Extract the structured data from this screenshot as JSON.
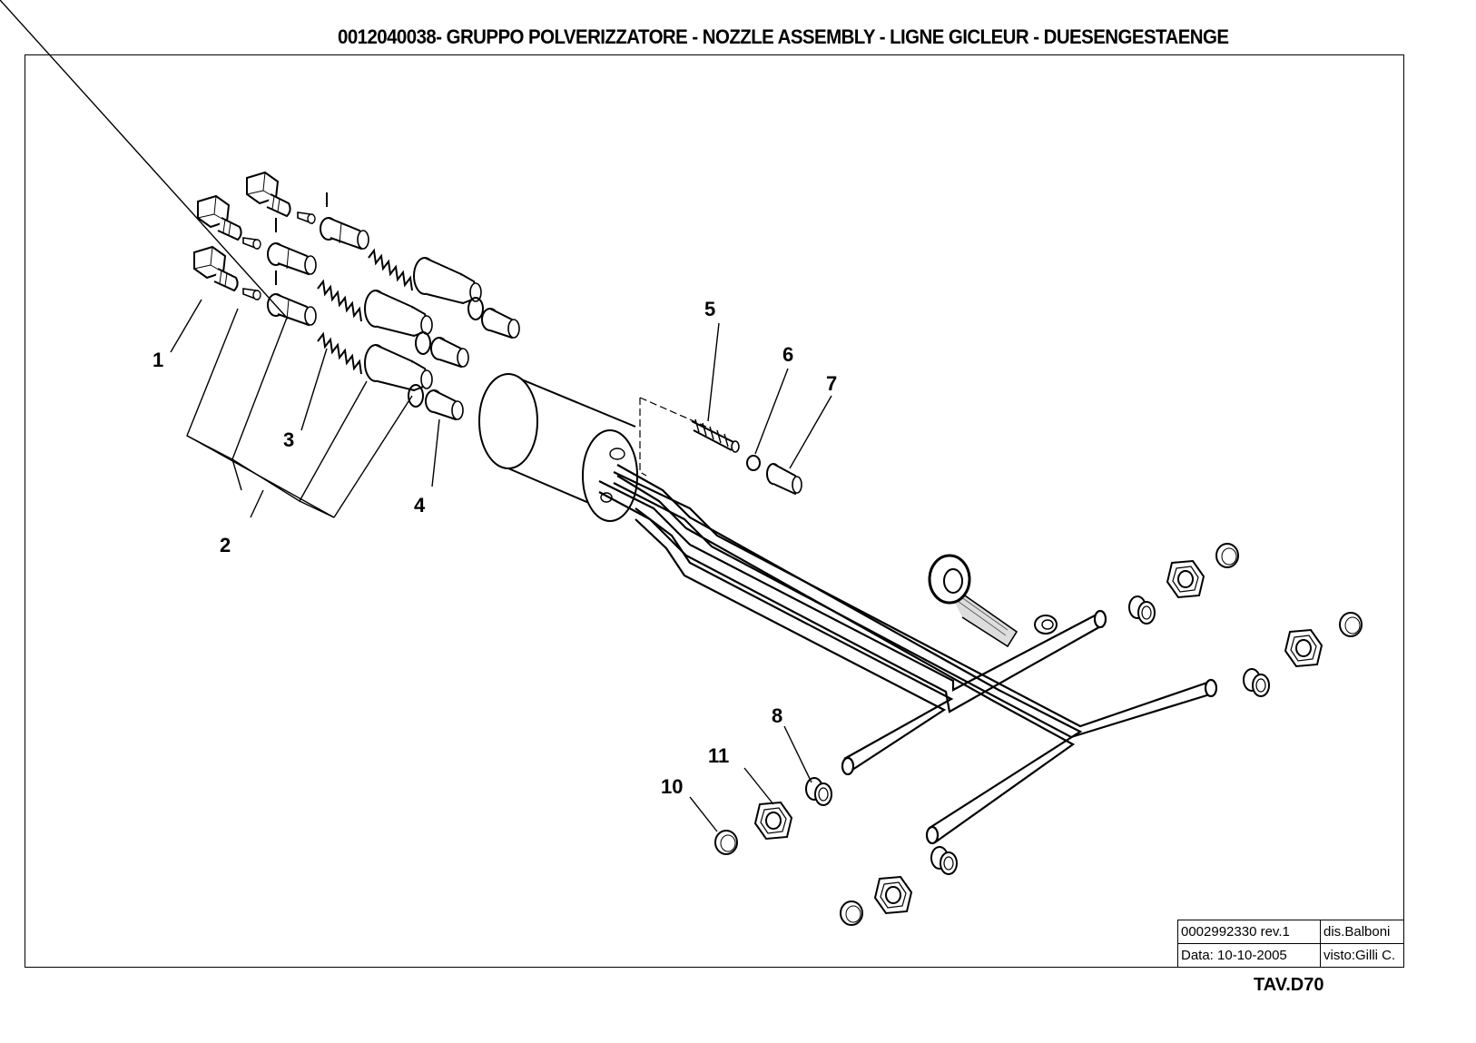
{
  "header": {
    "title": "0012040038- GRUPPO  POLVERIZZATORE -  NOZZLE ASSEMBLY - LIGNE GICLEUR - DUESENGESTAENGE"
  },
  "callouts": [
    "1",
    "2",
    "3",
    "4",
    "5",
    "6",
    "7",
    "8",
    "10",
    "11"
  ],
  "title_block": {
    "drawing_number": "0002992330  rev.1",
    "drawn_by": "dis.Balboni",
    "date": "Data:  10-10-2005",
    "checked_by": "visto:Gilli C."
  },
  "sheet": "TAV.D70",
  "colors": {
    "line": "#000000",
    "background": "#ffffff"
  }
}
